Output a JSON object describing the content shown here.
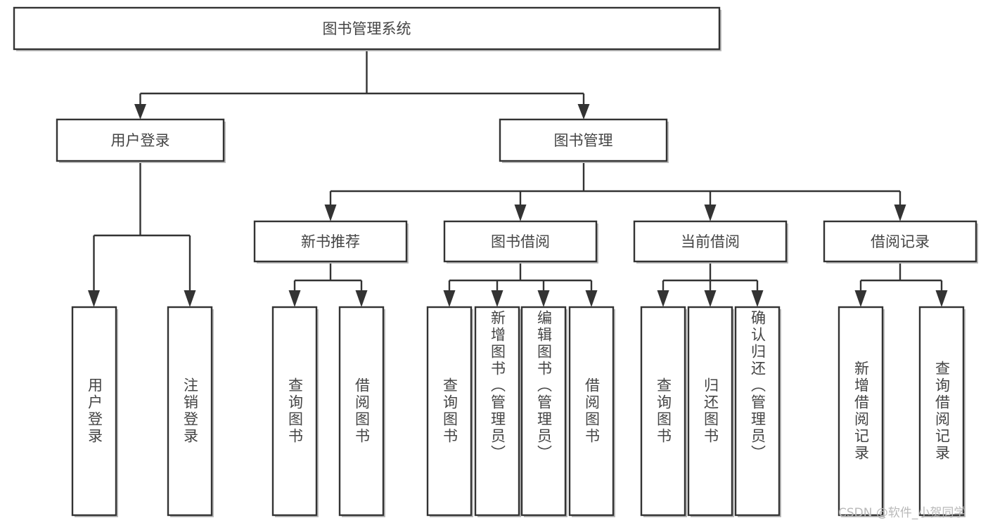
{
  "diagram": {
    "type": "tree-hierarchy",
    "title": "图书管理系统",
    "orientation": "top-down",
    "colors": {
      "box_stroke": "#333333",
      "box_fill": "#ffffff",
      "text": "#444444",
      "connector": "#333333",
      "watermark": "#b9b9b9",
      "background": "#ffffff"
    },
    "root": {
      "label": "图书管理系统"
    },
    "level2": [
      {
        "label": "用户登录"
      },
      {
        "label": "图书管理"
      }
    ],
    "level3": [
      {
        "label": "新书推荐"
      },
      {
        "label": "图书借阅"
      },
      {
        "label": "当前借阅"
      },
      {
        "label": "借阅记录"
      }
    ],
    "leaves": {
      "user_login": [
        {
          "label": "用户登录"
        },
        {
          "label": "注销登录"
        }
      ],
      "new_book_recommend": [
        {
          "label": "查询图书"
        },
        {
          "label": "借阅图书"
        }
      ],
      "book_borrow": [
        {
          "label": "查询图书"
        },
        {
          "label": "新增图书（管理员）"
        },
        {
          "label": "编辑图书（管理员）"
        },
        {
          "label": "借阅图书"
        }
      ],
      "current_borrow": [
        {
          "label": "查询图书"
        },
        {
          "label": "归还图书"
        },
        {
          "label": "确认归还（管理员）"
        }
      ],
      "borrow_record": [
        {
          "label": "新增借阅记录"
        },
        {
          "label": "查询借阅记录"
        }
      ]
    }
  },
  "watermark": {
    "text": "CSDN @软件_小贺同学"
  }
}
